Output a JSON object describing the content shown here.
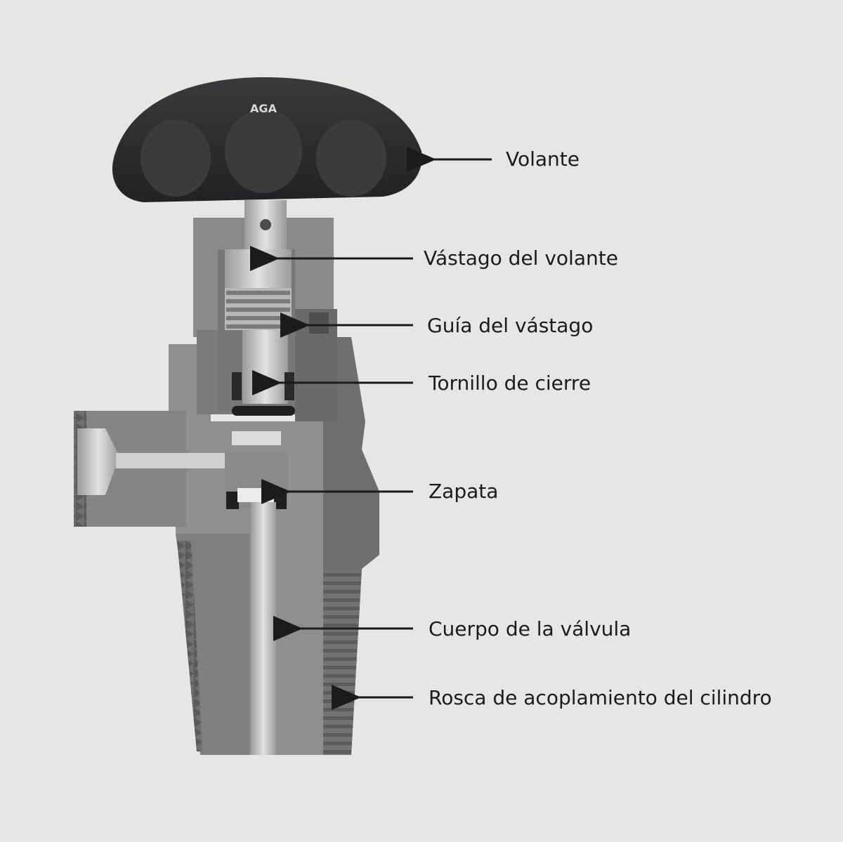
{
  "brand": "AGA",
  "labels": {
    "volante": "Volante",
    "vastago_volante": "Vástago del volante",
    "guia_vastago": "Guía del vástago",
    "tornillo_cierre": "Tornillo de cierre",
    "zapata": "Zapata",
    "cuerpo_valvula": "Cuerpo de la válvula",
    "rosca_cilindro": "Rosca de acoplamiento del cilindro"
  },
  "colors": {
    "background": "#e6e6e4",
    "handwheel": "#2e2e30",
    "body": "#8f8f8d",
    "body_dark": "#6e6e6c",
    "metal_light": "#c9c9c7",
    "ink": "#1b1b1b"
  }
}
